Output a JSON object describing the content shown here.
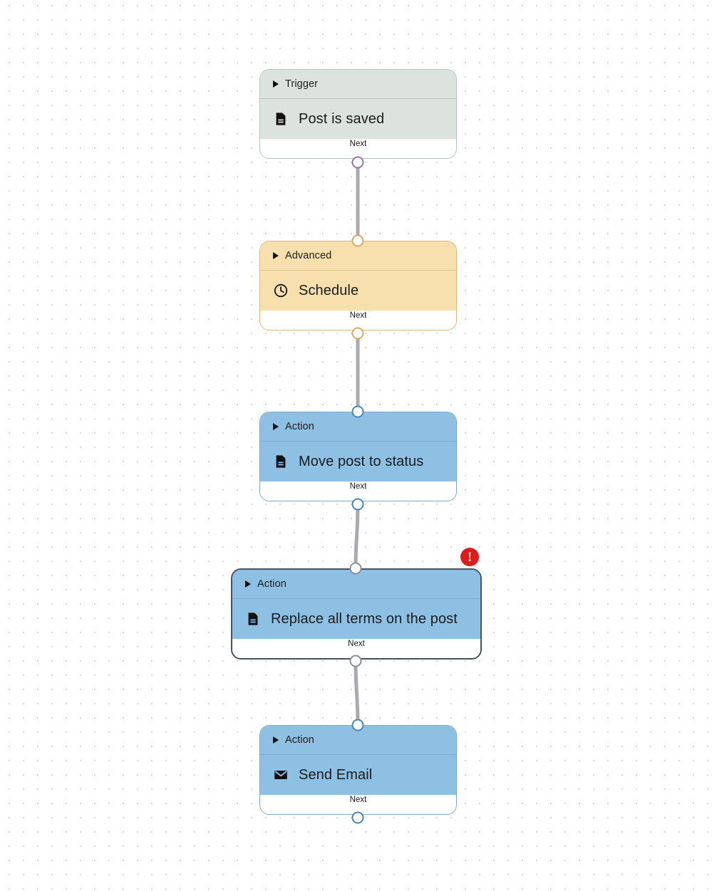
{
  "canvas": {
    "background": "#ffffff",
    "grid_dot_color": "#d8d8dd",
    "grid_spacing": "20"
  },
  "palette": {
    "trigger_fill": "#dce2dd",
    "trigger_border": "#b6c2bb",
    "advanced_fill": "#f7dfae",
    "advanced_border": "#ddb978",
    "action_fill": "#8ec0e4",
    "action_border": "#7fa8c9",
    "selected_border": "#4b5158",
    "error_color": "#e01b1b",
    "edge_color": "#a9a9ae"
  },
  "nodes": [
    {
      "id": "trigger-post-is-saved",
      "category": "Trigger",
      "title": "Post is saved",
      "icon": "document-icon",
      "footer_label": "Next",
      "kind": "trigger",
      "selected": "false",
      "out_port_color": "purple"
    },
    {
      "id": "advanced-schedule",
      "category": "Advanced",
      "title": "Schedule",
      "icon": "clock-icon",
      "footer_label": "Next",
      "kind": "advanced",
      "selected": "false",
      "in_port_color": "tan",
      "out_port_color": "tan"
    },
    {
      "id": "action-move-post-to-status",
      "category": "Action",
      "title": "Move post to status",
      "icon": "document-icon",
      "footer_label": "Next",
      "kind": "action",
      "selected": "false",
      "in_port_color": "blue",
      "out_port_color": "blue"
    },
    {
      "id": "action-replace-all-terms-on-the-post",
      "category": "Action",
      "title": "Replace all terms on the post",
      "icon": "document-icon",
      "footer_label": "Next",
      "kind": "action",
      "selected": "true",
      "in_port_color": "gray",
      "out_port_color": "gray",
      "badge": "!"
    },
    {
      "id": "action-send-email",
      "category": "Action",
      "title": "Send Email",
      "icon": "envelope-icon",
      "footer_label": "Next",
      "kind": "action",
      "selected": "false",
      "in_port_color": "blue",
      "out_port_color": "blue"
    }
  ],
  "badges": {
    "error_symbol": "!"
  }
}
